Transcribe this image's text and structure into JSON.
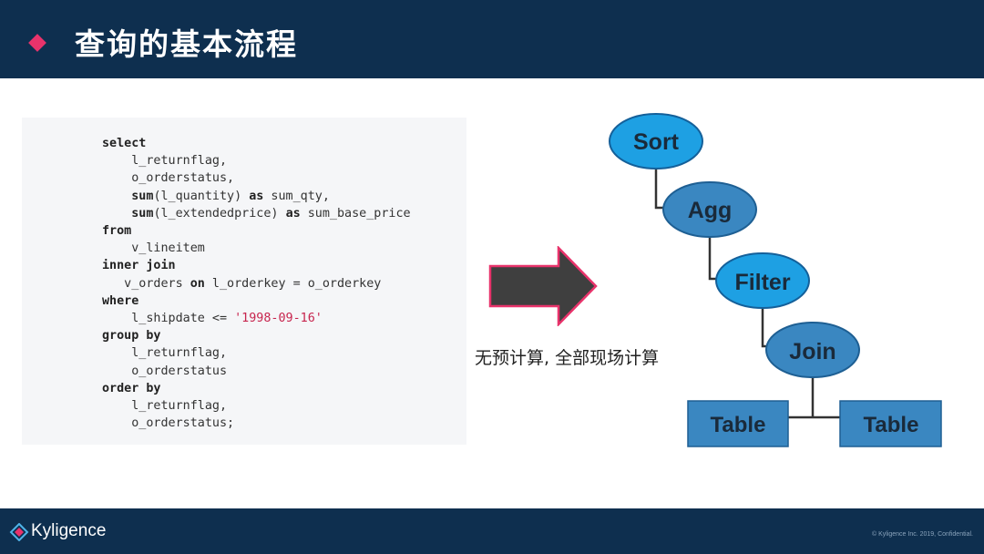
{
  "header": {
    "title": "查询的基本流程",
    "accent_color": "#e8336b",
    "bg_color": "#0e2f4f"
  },
  "sql": {
    "lines": [
      [
        {
          "t": "select",
          "c": "kw"
        }
      ],
      [
        {
          "t": "    l_returnflag,"
        }
      ],
      [
        {
          "t": "    o_orderstatus,"
        }
      ],
      [
        {
          "t": "    "
        },
        {
          "t": "sum",
          "c": "kw"
        },
        {
          "t": "(l_quantity) "
        },
        {
          "t": "as",
          "c": "kw"
        },
        {
          "t": " sum_qty,"
        }
      ],
      [
        {
          "t": "    "
        },
        {
          "t": "sum",
          "c": "kw"
        },
        {
          "t": "(l_extendedprice) "
        },
        {
          "t": "as",
          "c": "kw"
        },
        {
          "t": " sum_base_price"
        }
      ],
      [
        {
          "t": "from",
          "c": "kw"
        }
      ],
      [
        {
          "t": "    v_lineitem"
        }
      ],
      [
        {
          "t": "inner join",
          "c": "kw"
        }
      ],
      [
        {
          "t": "   v_orders "
        },
        {
          "t": "on",
          "c": "kw"
        },
        {
          "t": " l_orderkey = o_orderkey"
        }
      ],
      [
        {
          "t": "where",
          "c": "kw"
        }
      ],
      [
        {
          "t": "    l_shipdate <= "
        },
        {
          "t": "'1998-09-16'",
          "c": "str"
        }
      ],
      [
        {
          "t": "group by",
          "c": "kw"
        }
      ],
      [
        {
          "t": "    l_returnflag,"
        }
      ],
      [
        {
          "t": "    o_orderstatus"
        }
      ],
      [
        {
          "t": "order by",
          "c": "kw"
        }
      ],
      [
        {
          "t": "    l_returnflag,"
        }
      ],
      [
        {
          "t": "    o_orderstatus;"
        }
      ]
    ]
  },
  "caption": "无预计算, 全部现场计算",
  "tree": {
    "nodes": {
      "sort": "Sort",
      "agg": "Agg",
      "filter": "Filter",
      "join": "Join",
      "table_left": "Table",
      "table_right": "Table"
    },
    "node_color": "#1ea0e3",
    "table_color": "#3a87c1"
  },
  "footer": {
    "logo": "Kyligence",
    "copyright": "© Kyligence Inc. 2019, Confidential."
  }
}
